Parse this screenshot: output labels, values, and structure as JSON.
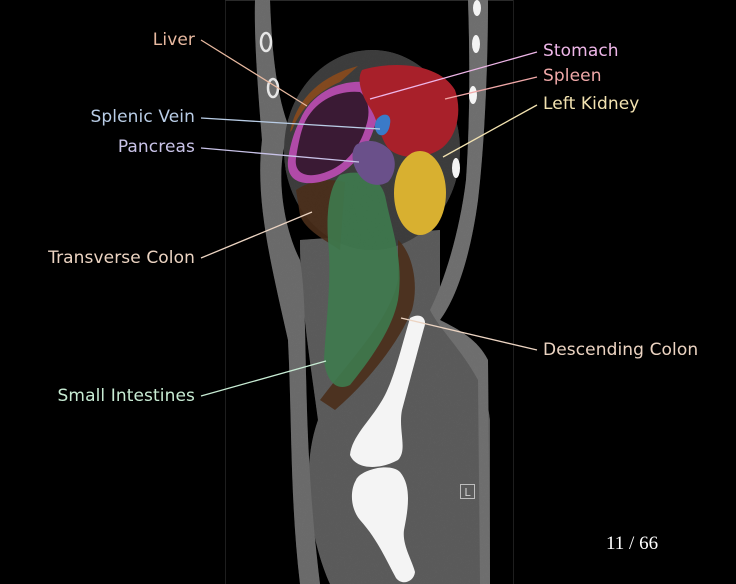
{
  "viewer": {
    "slice_counter": "11 / 66",
    "orientation_marker": "L",
    "current_slice": 11,
    "total_slices": 66
  },
  "labels": {
    "liver": {
      "text": "Liver",
      "color": "#e8b9a0"
    },
    "splenic_vein": {
      "text": "Splenic Vein",
      "color": "#b9cde6"
    },
    "pancreas": {
      "text": "Pancreas",
      "color": "#c9c3e8"
    },
    "transverse_colon": {
      "text": "Transverse Colon",
      "color": "#ecd4c2"
    },
    "small_intestines": {
      "text": "Small Intestines",
      "color": "#c8ecd4"
    },
    "stomach": {
      "text": "Stomach",
      "color": "#eeb6e8"
    },
    "spleen": {
      "text": "Spleen",
      "color": "#f0a8a8"
    },
    "left_kidney": {
      "text": "Left Kidney",
      "color": "#f2e2b0"
    },
    "descending_colon": {
      "text": "Descending Colon",
      "color": "#ecd4c2"
    }
  },
  "segment_colors": {
    "liver": "#8a4a1c",
    "stomach_wall": "#b04aa8",
    "stomach_lumen": "#3a1a34",
    "spleen": "#a8202a",
    "splenic_vein": "#3a7ac8",
    "pancreas": "#6a508a",
    "left_kidney": "#d8b030",
    "small_intestines": "#3e7a4e",
    "colon": "#4a2e1a"
  }
}
